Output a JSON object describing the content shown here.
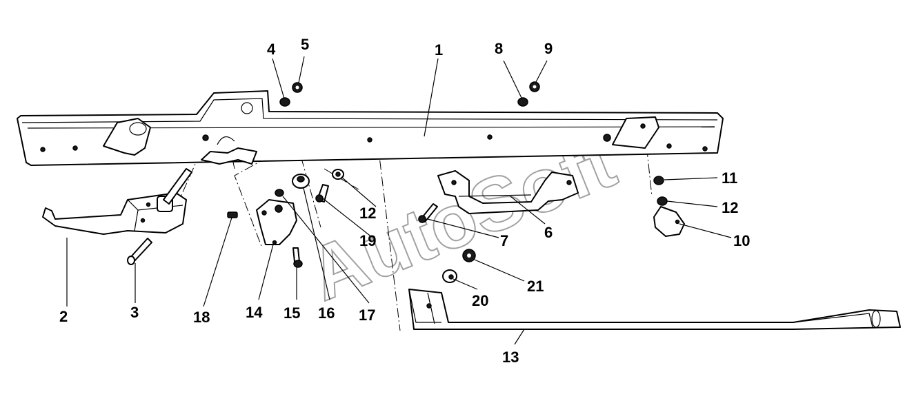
{
  "watermark": "AutoSoft",
  "callouts": {
    "c1": "1",
    "c2": "2",
    "c3": "3",
    "c4": "4",
    "c5": "5",
    "c6": "6",
    "c7": "7",
    "c8": "8",
    "c9": "9",
    "c10": "10",
    "c11": "11",
    "c12a": "12",
    "c12b": "12",
    "c13": "13",
    "c14": "14",
    "c15": "15",
    "c16": "16",
    "c17": "17",
    "c18": "18",
    "c19": "19",
    "c20": "20",
    "c21": "21"
  },
  "colors": {
    "line": "#000000",
    "background": "#ffffff",
    "watermark": "#555555"
  }
}
